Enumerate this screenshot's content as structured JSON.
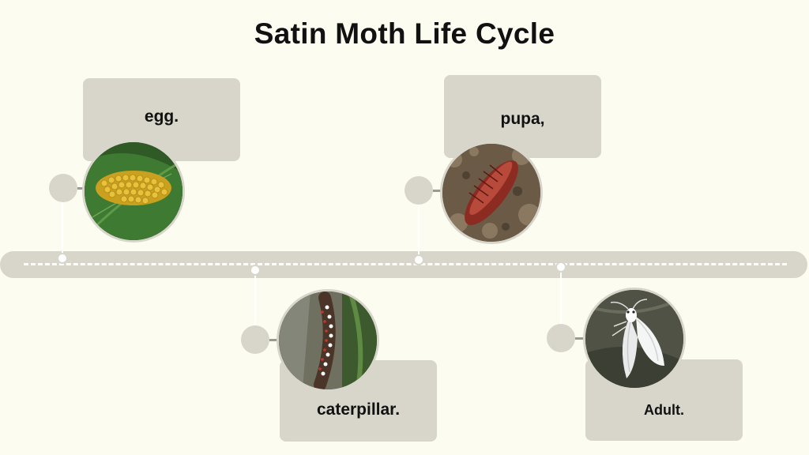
{
  "title": "Satin Moth Life Cycle",
  "stages": [
    {
      "label": "egg.",
      "icon": "egg-cluster-photo"
    },
    {
      "label": "caterpillar.",
      "icon": "caterpillar-photo"
    },
    {
      "label": "pupa,",
      "icon": "pupa-photo"
    },
    {
      "label": "Adult.",
      "icon": "moth-photo"
    }
  ],
  "colors": {
    "background": "#fdfcf1",
    "timeline": "#d8d6cb",
    "text": "#111111"
  }
}
